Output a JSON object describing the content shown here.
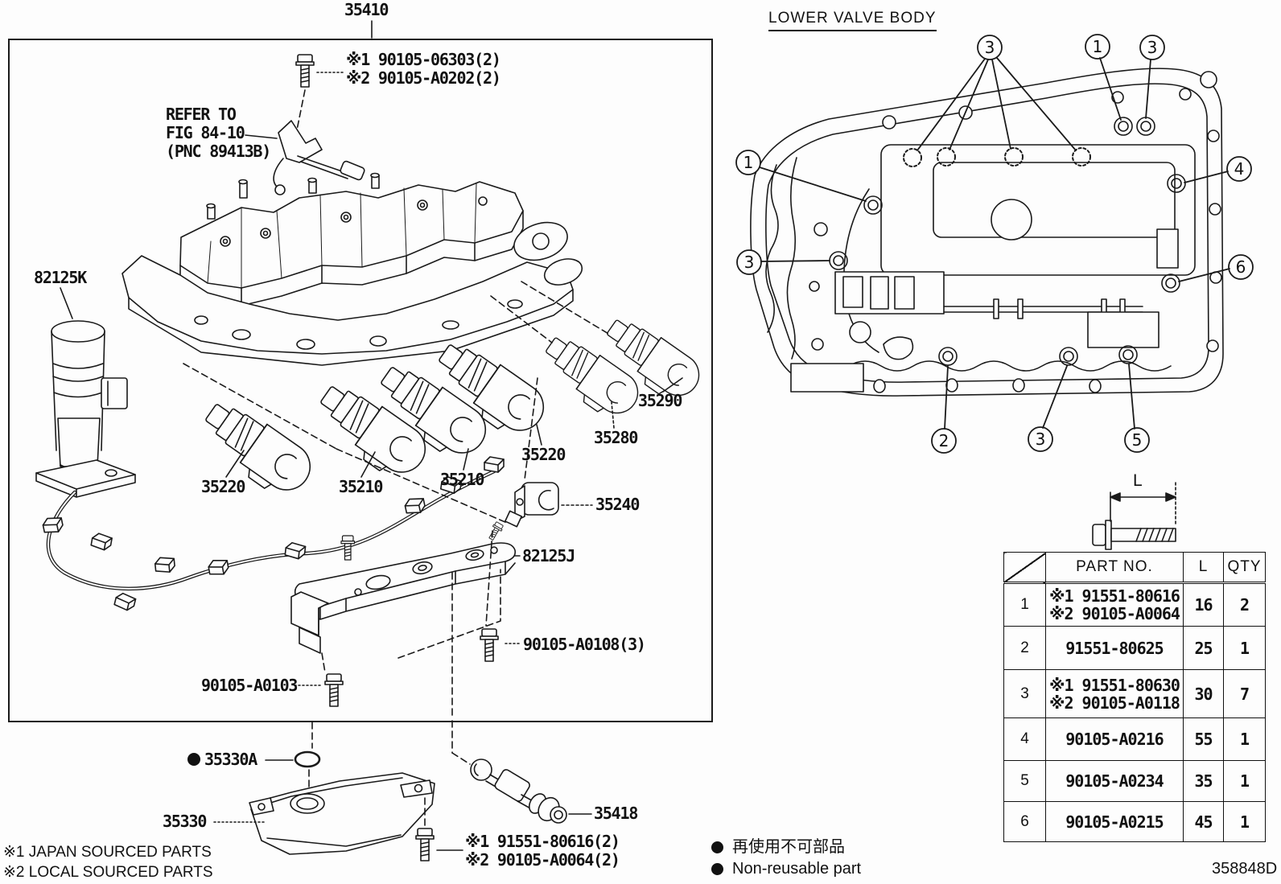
{
  "document": {
    "drawing_number": "358848D"
  },
  "left_panel": {
    "assembly_label": "35410",
    "top_bolt_note_lines": [
      "※1 90105-06303(2)",
      "※2 90105-A0202(2)"
    ],
    "refer_note_lines": [
      "REFER TO",
      "FIG 84-10",
      "(PNC 89413B)"
    ],
    "part_labels": {
      "harness": "82125K",
      "solenoid_35220_left": "35220",
      "solenoid_35210_left": "35210",
      "solenoid_35210_right": "35210",
      "solenoid_35220_right": "35220",
      "solenoid_35280": "35280",
      "solenoid_35290": "35290",
      "solenoid_35240": "35240",
      "bracket": "82125J",
      "bolt_90105_a0108": "90105-A0108(3)",
      "bolt_90105_a0103": "90105-A0103",
      "oring": "35330A",
      "strainer": "35330",
      "accumulator": "35418"
    },
    "bottom_bolt_note_lines": [
      "※1 91551-80616(2)",
      "※2 90105-A0064(2)"
    ],
    "footnotes": [
      "※1 JAPAN SOURCED PARTS",
      "※2 LOCAL SOURCED PARTS"
    ]
  },
  "right_panel": {
    "title": "LOWER VALVE BODY",
    "dimension_label": "L",
    "callouts": {
      "top_a": "3",
      "top_b": "1",
      "top_c": "3",
      "left_a": "1",
      "left_b": "3",
      "right_a": "4",
      "right_b": "6",
      "bottom_a": "2",
      "bottom_b": "3",
      "bottom_c": "5"
    }
  },
  "fastener_table": {
    "headers": {
      "part_no": "PART NO.",
      "length": "L",
      "qty": "QTY"
    },
    "rows": [
      {
        "no": "1",
        "part_lines": [
          "※1 91551-80616",
          "※2 90105-A0064"
        ],
        "length": "16",
        "qty": "2"
      },
      {
        "no": "2",
        "part_lines": [
          "91551-80625"
        ],
        "length": "25",
        "qty": "1"
      },
      {
        "no": "3",
        "part_lines": [
          "※1 91551-80630",
          "※2 90105-A0118"
        ],
        "length": "30",
        "qty": "7"
      },
      {
        "no": "4",
        "part_lines": [
          "90105-A0216"
        ],
        "length": "55",
        "qty": "1"
      },
      {
        "no": "5",
        "part_lines": [
          "90105-A0234"
        ],
        "length": "35",
        "qty": "1"
      },
      {
        "no": "6",
        "part_lines": [
          "90105-A0215"
        ],
        "length": "45",
        "qty": "1"
      }
    ]
  },
  "legend": {
    "non_reusable_jp": "再使用不可部品",
    "non_reusable_en": "Non-reusable part"
  }
}
